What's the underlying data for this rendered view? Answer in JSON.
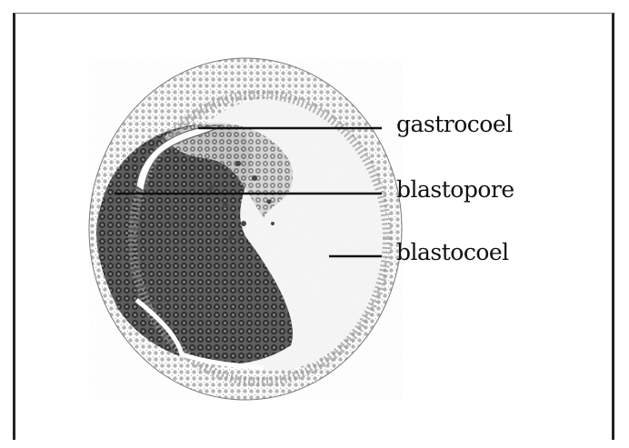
{
  "labels": {
    "gastrocoel": "gastrocoel",
    "blastopore": "blastopore",
    "blastocoel": "blastocoel"
  },
  "colors": {
    "ink": "#111111",
    "cell_dark": "#3a3a3a",
    "cell_light": "#9a9a9a",
    "background": "#ffffff"
  }
}
